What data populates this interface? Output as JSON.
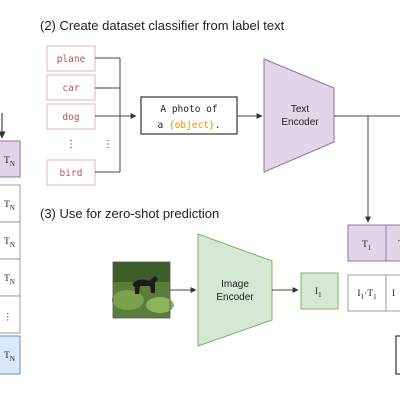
{
  "section2": {
    "title": "(2) Create dataset classifier from label text"
  },
  "section3": {
    "title": "(3) Use for zero-shot prediction"
  },
  "labels": [
    "plane",
    "car",
    "dog",
    "⋮",
    "bird"
  ],
  "prompt": {
    "prefix": "A photo of",
    "article": "a",
    "placeholder": "{object}",
    "suffix": "."
  },
  "text_encoder": {
    "line1": "Text",
    "line2": "Encoder"
  },
  "image_encoder": {
    "line1": "Image",
    "line2": "Encoder"
  },
  "image_embedding": {
    "base": "I",
    "sub": "1"
  },
  "text_embedding": {
    "base": "T",
    "sub": "1"
  },
  "dot_product": {
    "a": "I",
    "a_sub": "1",
    "op": "·",
    "b": "T",
    "b_sub": "1"
  },
  "left_column": {
    "header": {
      "base": "T",
      "sub": "N"
    },
    "rows": [
      {
        "base": "T",
        "sub": "N"
      },
      {
        "base": "T",
        "sub": "N"
      },
      {
        "base": "T",
        "sub": "N"
      },
      {
        "base": "⋮",
        "sub": ""
      },
      {
        "base": "T",
        "sub": "N"
      }
    ]
  },
  "colors": {
    "text_encoder_fill": "#e1d5e7",
    "text_encoder_stroke": "#9673a6",
    "image_encoder_fill": "#d5e8d4",
    "image_encoder_stroke": "#82b366",
    "label_stroke": "#b85450",
    "placeholder_text": "#d79b00",
    "highlight_fill": "#dae8fc",
    "highlight_stroke": "#6c8ebf",
    "line": "#444444"
  },
  "icons": {
    "photo": "dog-photo-icon"
  }
}
